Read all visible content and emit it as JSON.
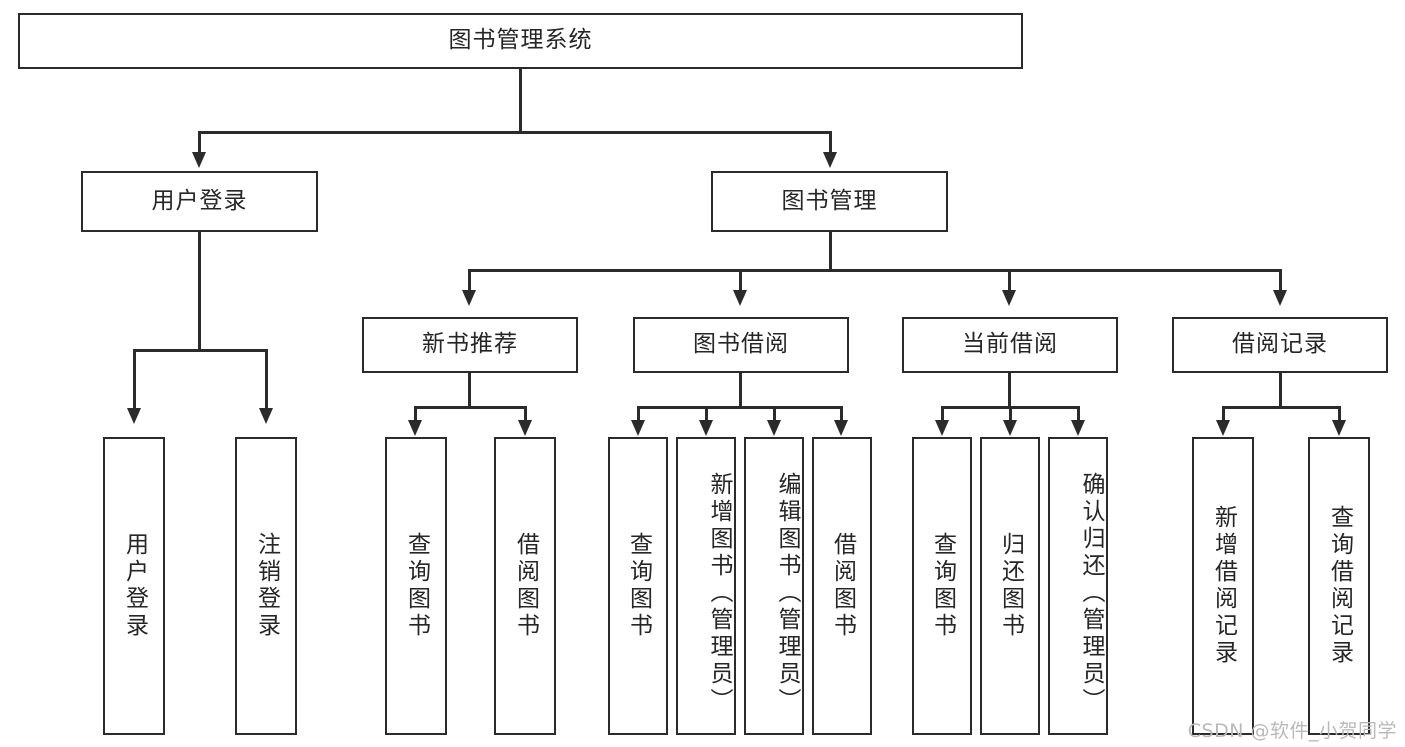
{
  "diagram": {
    "title": "图书管理系统",
    "type": "tree",
    "watermark": "CSDN @软件_小贺同学",
    "root": {
      "label": "图书管理系统"
    },
    "level2": [
      {
        "label": "用户登录"
      },
      {
        "label": "图书管理"
      }
    ],
    "level3": [
      {
        "label": "新书推荐"
      },
      {
        "label": "图书借阅"
      },
      {
        "label": "当前借阅"
      },
      {
        "label": "借阅记录"
      }
    ],
    "leaves": {
      "user_login": [
        {
          "label": "用户登录"
        },
        {
          "label": "注销登录"
        }
      ],
      "new_book": [
        {
          "label": "查询图书"
        },
        {
          "label": "借阅图书"
        }
      ],
      "borrow_book": [
        {
          "label": "查询图书"
        },
        {
          "label": "新增图书（管理员）"
        },
        {
          "label": "编辑图书（管理员）"
        },
        {
          "label": "借阅图书"
        }
      ],
      "current_borrow": [
        {
          "label": "查询图书"
        },
        {
          "label": "归还图书"
        },
        {
          "label": "确认归还（管理员）"
        }
      ],
      "borrow_record": [
        {
          "label": "新增借阅记录"
        },
        {
          "label": "查询借阅记录"
        }
      ]
    }
  }
}
